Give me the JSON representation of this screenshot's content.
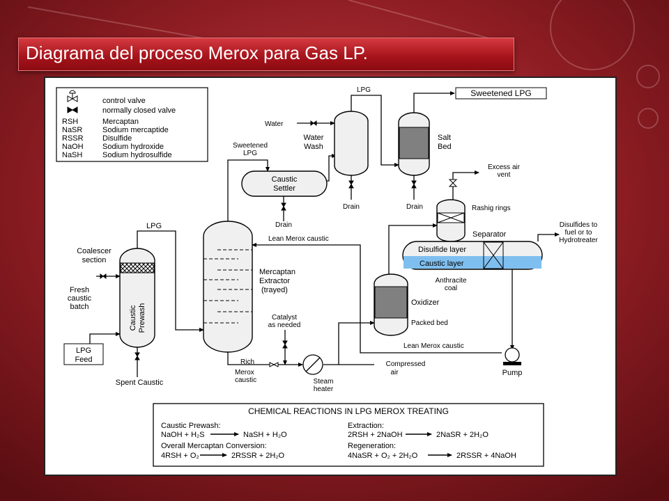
{
  "slide": {
    "title": "Diagrama del proceso Merox para Gas LP.",
    "colors": {
      "banner": "#b0141c",
      "background": "#8a1e24",
      "caustic_layer": "#7fbff0",
      "packed_bed": "#808080"
    }
  },
  "legend": [
    {
      "symbol": "",
      "symbol_icon": "control-valve-icon",
      "text": "control valve"
    },
    {
      "symbol": "",
      "symbol_icon": "closed-valve-icon",
      "text": "normally closed valve"
    },
    {
      "symbol": "RSH",
      "text": "Mercaptan"
    },
    {
      "symbol": "NaSR",
      "text": "Sodium mercaptide"
    },
    {
      "symbol": "RSSR",
      "text": "Disulfide"
    },
    {
      "symbol": "NaOH",
      "text": "Sodium hydroxide"
    },
    {
      "symbol": "NaSH",
      "text": "Sodium hydrosulfide"
    }
  ],
  "labels": {
    "lpg_feed": [
      "LPG",
      "Feed"
    ],
    "coalescer": [
      "Coalescer",
      "section"
    ],
    "fresh_caustic": [
      "Fresh",
      "caustic",
      "batch"
    ],
    "prewash": [
      "Caustic",
      "Prewash"
    ],
    "lpg_1": "LPG",
    "spent_caustic": "Spent Caustic",
    "sweetened_lpg_small": [
      "Sweetened",
      "LPG"
    ],
    "caustic_settler": [
      "Caustic",
      "Settler"
    ],
    "drain_1": "Drain",
    "water": "Water",
    "water_wash": [
      "Water",
      "Wash"
    ],
    "lpg_2": "LPG",
    "drain_2": "Drain",
    "sweetened_lpg_box": "Sweetened LPG",
    "salt_bed": [
      "Salt",
      "Bed"
    ],
    "drain_3": "Drain",
    "excess_air": [
      "Excess air",
      "vent"
    ],
    "rashig_rings": "Rashig rings",
    "separator": "Separator",
    "disulfides_out": [
      "Disulfides to",
      "fuel or to",
      "Hydrotreater"
    ],
    "disulfide_layer": "Disulfide layer",
    "caustic_layer": "Caustic layer",
    "anthracite": [
      "Anthracite",
      "coal"
    ],
    "lean_merox_1": "Lean Merox caustic",
    "mercaptan_extractor": [
      "Mercaptan",
      "Extractor",
      "(trayed)"
    ],
    "catalyst": [
      "Catalyst",
      "as needed"
    ],
    "oxidizer": "Oxidizer",
    "packed_bed": "Packed bed",
    "lean_merox_2": "Lean Merox caustic",
    "rich_merox": [
      "Rich",
      "Merox",
      "caustic"
    ],
    "steam_heater": [
      "Steam",
      "heater"
    ],
    "compressed_air": [
      "Compressed",
      "air"
    ],
    "pump": "Pump"
  },
  "reactions": {
    "heading": "CHEMICAL REACTIONS IN LPG MEROX TREATING",
    "blocks": [
      {
        "name": "Caustic Prewash:",
        "equation_left": "NaOH + H₂S",
        "equation_right": "NaSH + H₂O"
      },
      {
        "name": "Extraction:",
        "equation_left": "2RSH + 2NaOH",
        "equation_right": "2NaSR + 2H₂O"
      },
      {
        "name": "Overall Mercaptan Conversion:",
        "equation_left": "4RSH + O₂",
        "equation_right": "2RSSR + 2H₂O"
      },
      {
        "name": "Regeneration:",
        "equation_left": "4NaSR + O₂ + 2H₂O",
        "equation_right": "2RSSR + 4NaOH"
      }
    ]
  }
}
